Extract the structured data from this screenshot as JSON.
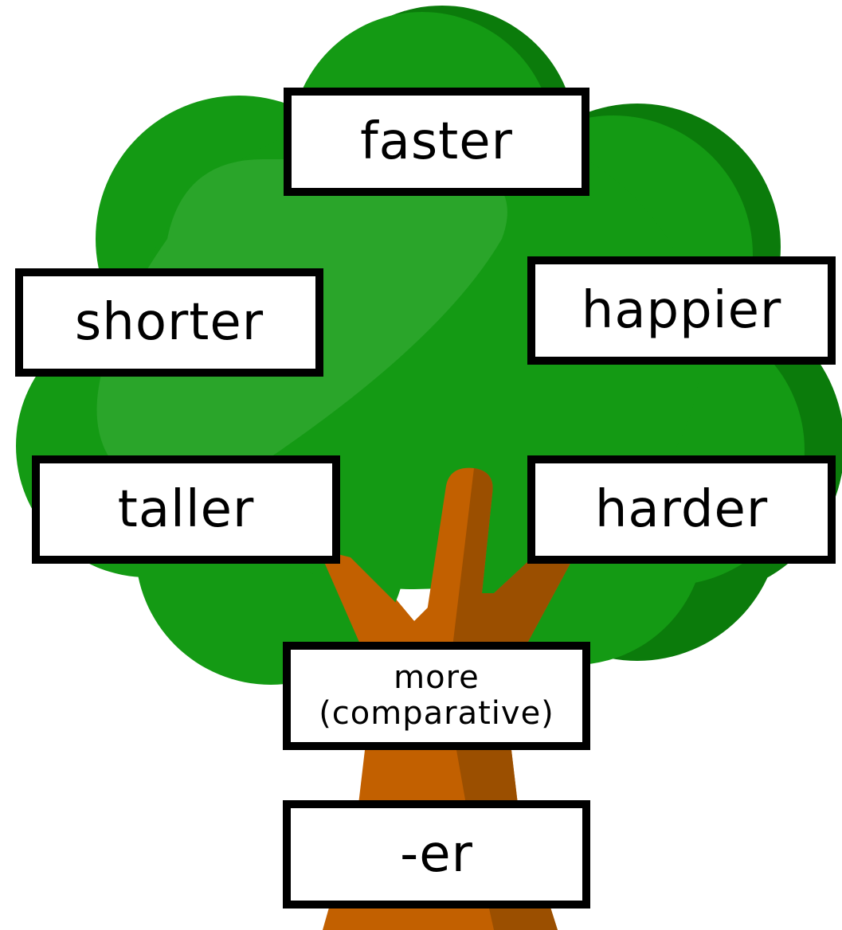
{
  "colors": {
    "leaves_main": "#149a14",
    "leaves_shadow": "#0b7b0b",
    "leaves_highlight": "#2aa52a",
    "trunk_main": "#c26000",
    "trunk_shadow": "#9b4f00",
    "card_border": "#000000",
    "card_fill": "#ffffff"
  },
  "icons": {
    "tree": "tree-icon"
  },
  "cards": {
    "faster": "faster",
    "shorter": "shorter",
    "happier": "happier",
    "taller": "taller",
    "harder": "harder",
    "more_line1": "more",
    "more_line2": "(comparative)",
    "er": "-er"
  }
}
